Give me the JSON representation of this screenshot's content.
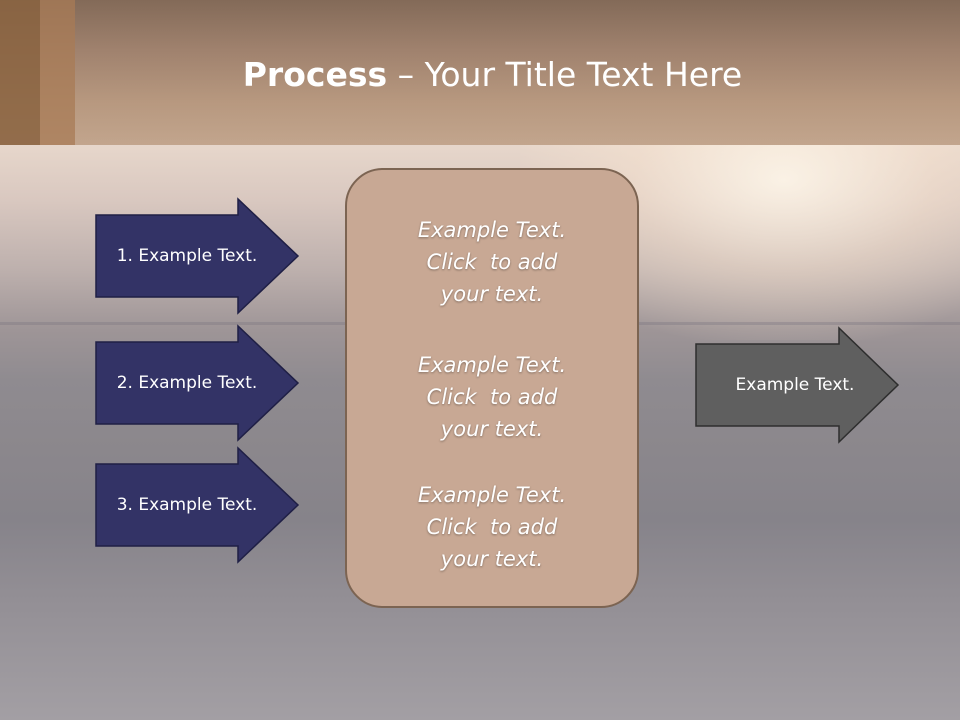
{
  "title": {
    "bold": "Process",
    "rest": " – Your Title Text Here"
  },
  "left_arrows": [
    {
      "label": "1. Example Text."
    },
    {
      "label": "2. Example Text."
    },
    {
      "label": "3. Example Text."
    }
  ],
  "center_box": {
    "blocks": [
      {
        "line1": "Example Text.",
        "line2": "Click  to add",
        "line3": "your text."
      },
      {
        "line1": "Example Text.",
        "line2": "Click  to add",
        "line3": "your text."
      },
      {
        "line1": "Example Text.",
        "line2": "Click  to add",
        "line3": "your text."
      }
    ]
  },
  "right_arrow": {
    "label": "Example Text."
  },
  "colors": {
    "left_arrow_fill": "#333366",
    "right_arrow_fill": "#5f5f5f",
    "center_box_fill": "#c8a894",
    "header": "#b7987f"
  }
}
